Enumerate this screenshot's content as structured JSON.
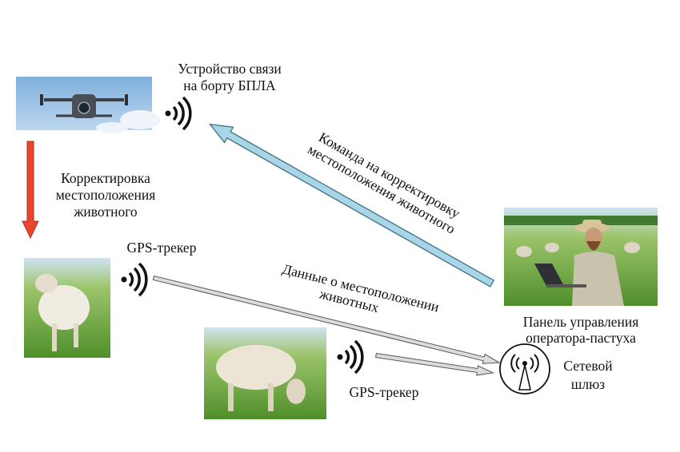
{
  "uav_device": {
    "line1": "Устройство связи",
    "line2": "на борту БПЛА"
  },
  "correction": {
    "line1": "Корректировка",
    "line2": "местоположения",
    "line3": "животного"
  },
  "command": {
    "line1": "Команда на корректировку",
    "line2": "местоположения животного"
  },
  "tracker1": {
    "label": "GPS-трекер"
  },
  "tracker2": {
    "label": "GPS-трекер"
  },
  "location_data": {
    "line1": "Данные о местоположении",
    "line2": "животных"
  },
  "operator_panel": {
    "line1": "Панель управления",
    "line2": "оператора-пастуха"
  },
  "gateway": {
    "line1": "Сетевой",
    "line2": "шлюз"
  },
  "colors": {
    "red_arrow": "#e8452c",
    "blue_arrow": "#a9d6e6",
    "gray_arrow": "#d9d9d9",
    "sky": "#6f9fd0",
    "grass": "#6aa33c"
  }
}
